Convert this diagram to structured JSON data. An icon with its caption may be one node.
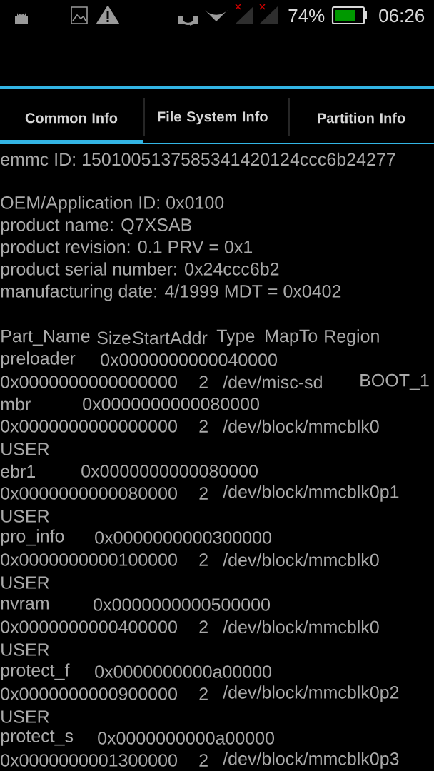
{
  "diagram": {
    "nodes": [
      {
        "text": [
          "Common Info"
        ]
      },
      {
        "text": [
          "File System Info"
        ]
      },
      {
        "text": [
          "Partition Info"
        ]
      }
    ],
    "labels": [
      "74%",
      "06:26",
      "emmc ID: 1501005137585341420124ccc6b24277",
      "OEM/Application ID: 0x0100",
      "product name: Q7XSAB",
      "product revision: 0.1 PRV = 0x1",
      "product serial number: 0x24ccc6b2",
      "manufacturing date: 4/1999 MDT = 0x0402",
      "Part_Name",
      "Size",
      "StartAddr",
      "Type",
      "MapTo",
      "Region",
      "preloader",
      "0x0000000000040000",
      "0x0000000000000000",
      "2",
      "/dev/misc-sd",
      "BOOT_1",
      "mbr",
      "0x0000000000080000",
      "0x0000000000000000",
      "2",
      "/dev/block/mmcblk0",
      "USER",
      "ebr1",
      "0x0000000000080000",
      "0x0000000000080000",
      "2",
      "/dev/block/mmcblk0p1",
      "USER",
      "pro_info",
      "0x0000000000300000",
      "0x0000000000100000",
      "2",
      "/dev/block/mmcblk0",
      "USER",
      "nvram",
      "0x0000000000500000",
      "0x0000000000400000",
      "2",
      "/dev/block/mmcblk0",
      "USER",
      "protect_f",
      "0x0000000000a00000",
      "0x0000000000900000",
      "2",
      "/dev/block/mmcblk0p2",
      "USER",
      "protect_s",
      "0x0000000000a00000",
      "0x0000000001300000",
      "2",
      "/dev/block/mmcblk0p3"
    ]
  }
}
